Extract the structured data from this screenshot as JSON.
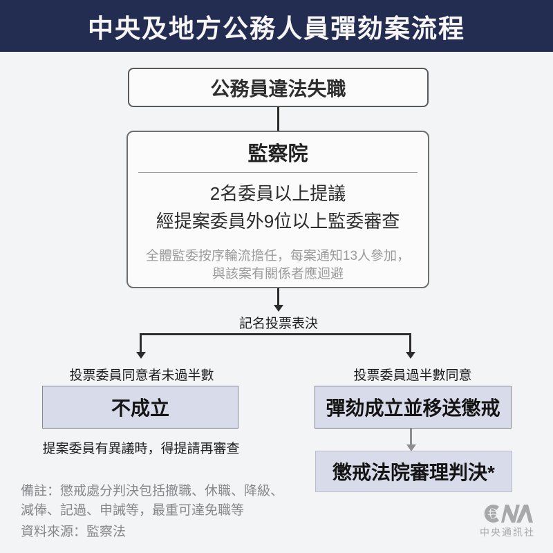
{
  "header": {
    "title": "中央及地方公務人員彈劾案流程",
    "bg_color": "#232d52",
    "text_color": "#f7f6f4"
  },
  "flow": {
    "start_box": {
      "label": "公務員違法失職"
    },
    "org_box": {
      "title": "監察院",
      "line1": "2名委員以上提議",
      "line2": "經提案委員外9位以上監委審查",
      "note_line1": "全體監委按序輪流擔任，每案通知13人參加，",
      "note_line2": "與該案有關係者應迴避"
    },
    "vote_label": "記名投票表決",
    "left_branch": {
      "condition": "投票委員同意者未過半數",
      "result": "不成立",
      "note": "提案委員有異議時，得提請再審查"
    },
    "right_branch": {
      "condition": "投票委員過半數同意",
      "result": "彈劾成立並移送懲戒",
      "followup": "懲戒法院審理判決*"
    },
    "result_box_color": "#d8dbe9",
    "arrow_color": "#2c2c2c",
    "gray_arrow_color": "#8d8d8f"
  },
  "footer": {
    "remark_line1": "備註：懲戒處分判決包括撤職、休職、降級、",
    "remark_line2": "減俸、記過、申誡等，最重可達免職等",
    "source": "資料來源：監察法"
  },
  "logo": {
    "name": "cna-logo",
    "caption": "中央通訊社",
    "color": "#a7a8aa"
  }
}
